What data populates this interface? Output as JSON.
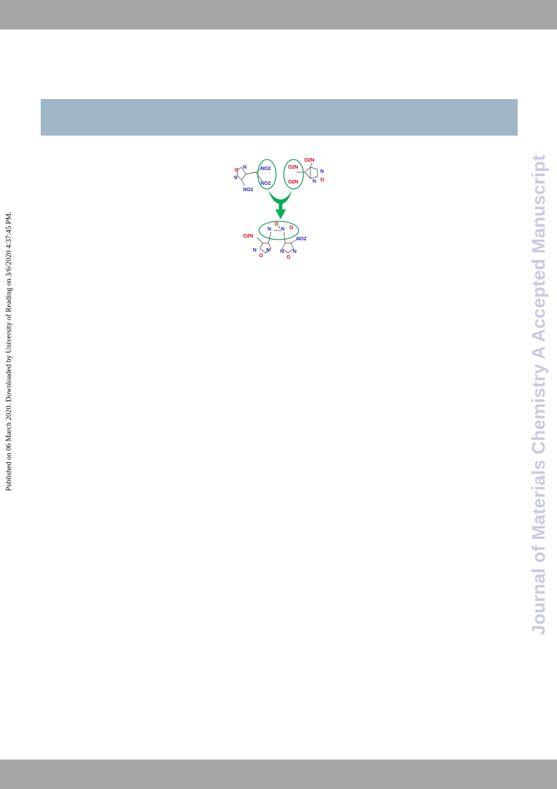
{
  "side_note": "Published on 06 March 2020. Downloaded by University of Reading on 3/6/2020 4:37:45 PM.",
  "watermark": "Journal of Materials Chemistry A Accepted Manuscript",
  "colors": {
    "top_bar": "#a6a6a6",
    "header_band": "#9fb7c4",
    "watermark": "#c9c9e3",
    "highlight": "#1aa055",
    "arrow": "#00b050",
    "nitrogen": "#1f1fbf",
    "oxygen": "#d9001b"
  },
  "graphic": {
    "left_molecule": {
      "ring_o": "O",
      "ring_n1": "N",
      "ring_n2": "N",
      "nitro_top": "NO2",
      "nitro_bottom": "NO2",
      "nitro_ring": "NO2"
    },
    "right_molecule": {
      "nitro_top": "O2N",
      "nitro_bottom": "O2N",
      "nitro_ring": "O2N",
      "ring_n1": "N",
      "ring_n2": "N",
      "ring_o": "O"
    },
    "product": {
      "azoxy_o": "O",
      "azoxy_n1": "N",
      "azoxy_n2": "N",
      "azoxy_o_minus": "O",
      "charge": "+",
      "left_nitro": "O2N",
      "right_nitro": "NO2",
      "left_ring_n1": "N",
      "left_ring_n2": "N",
      "left_ring_o": "O",
      "right_ring_n1": "N",
      "right_ring_n2": "N",
      "right_ring_o": "O"
    }
  }
}
